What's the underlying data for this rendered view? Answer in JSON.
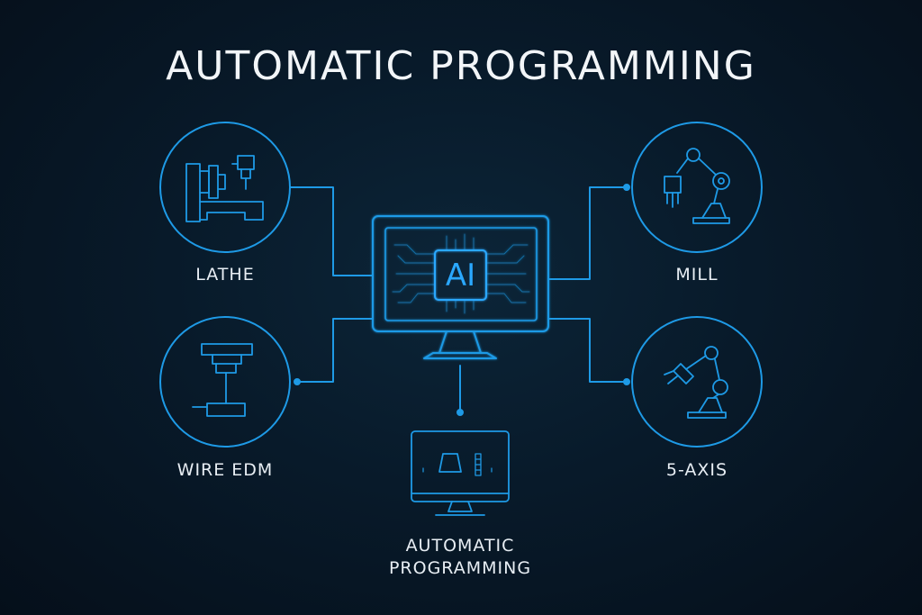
{
  "title": "AUTOMATIC PROGRAMMING",
  "center": {
    "badge": "AI",
    "icon": "ai-monitor-icon"
  },
  "nodes": {
    "lathe": {
      "label": "LATHE",
      "icon": "lathe-machine-icon"
    },
    "wire_edm": {
      "label": "WIRE EDM",
      "icon": "wire-edm-icon"
    },
    "mill": {
      "label": "MILL",
      "icon": "robot-arm-mill-icon"
    },
    "five_axis": {
      "label": "5-AXIS",
      "icon": "robot-arm-5-axis-icon"
    },
    "output": {
      "label_line1": "AUTOMATIC",
      "label_line2": "PROGRAMMING",
      "icon": "cam-monitor-icon"
    }
  },
  "colors": {
    "background": "#061320",
    "line": "#1e9ae6",
    "accent": "#2aa8ff",
    "text": "#e8eef4"
  }
}
